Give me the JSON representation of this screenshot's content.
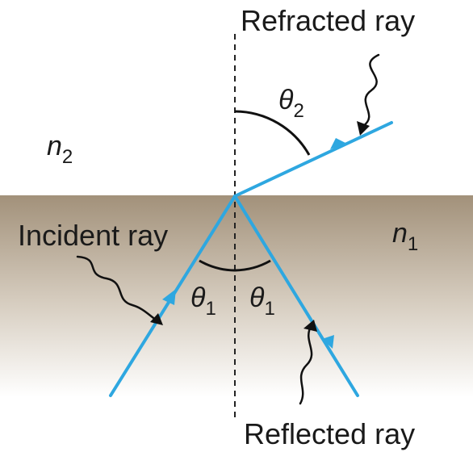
{
  "labels": {
    "refracted": "Refracted ray",
    "incident": "Incident ray",
    "reflected": "Reflected ray"
  },
  "media": {
    "top": {
      "symbol": "n",
      "subscript": "2"
    },
    "bottom": {
      "symbol": "n",
      "subscript": "1"
    }
  },
  "angles": {
    "refraction": {
      "symbol": "θ",
      "subscript": "2"
    },
    "incidence": {
      "symbol": "θ",
      "subscript": "1"
    },
    "reflection": {
      "symbol": "θ",
      "subscript": "1"
    }
  },
  "colors": {
    "ray": "#2ea7e0",
    "medium_top": "#a2917a",
    "medium_bottom": "#ffffff",
    "normal_line": "#222222",
    "text": "#1a1a1a"
  }
}
